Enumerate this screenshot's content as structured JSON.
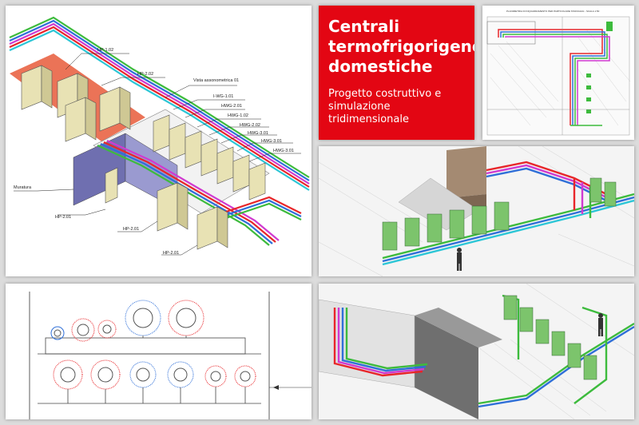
{
  "title_box": {
    "title_lines": [
      "Centrali",
      "termofrigorigene",
      "domestiche"
    ],
    "subtitle_lines": [
      "Progetto costruttivo e",
      "simulazione",
      "tridimensionale"
    ],
    "background_color": "#e30613"
  },
  "axonometric_labels": {
    "hp_1_02": "HP-1.02",
    "hp_2_02": "HP-2.02",
    "vista": "Vista assonometrica 01",
    "iwg_1_01": "I-WG-1.01",
    "hwg_2_01": "HWG-2.01",
    "hwg_1_02": "HWG-1.02",
    "hwg_2_02": "HWG-2.02",
    "hwg_3_01_a": "HWG-3.01",
    "hwg_3_01_b": "HWG-3.01",
    "hwg_3_01_c": "HWG-3.01",
    "muratura": "Muratura",
    "hp_2_01_a": "HP-2.01",
    "hp_2_01_b": "HP-2.01",
    "hp_2_01_c": "HP-2.01"
  },
  "plan_drawing": {
    "header": "PLANIMETRIA DI INQUADRAMENTO PER PARTICOLARE STAFFAGGI - SCALA 1:50"
  },
  "pipe_colors": {
    "red": "#e8262a",
    "green": "#3dbb3d",
    "blue": "#2f6fd8",
    "magenta": "#d03ad0",
    "cyan": "#2cc6d6",
    "floor": "#e85a3a"
  }
}
